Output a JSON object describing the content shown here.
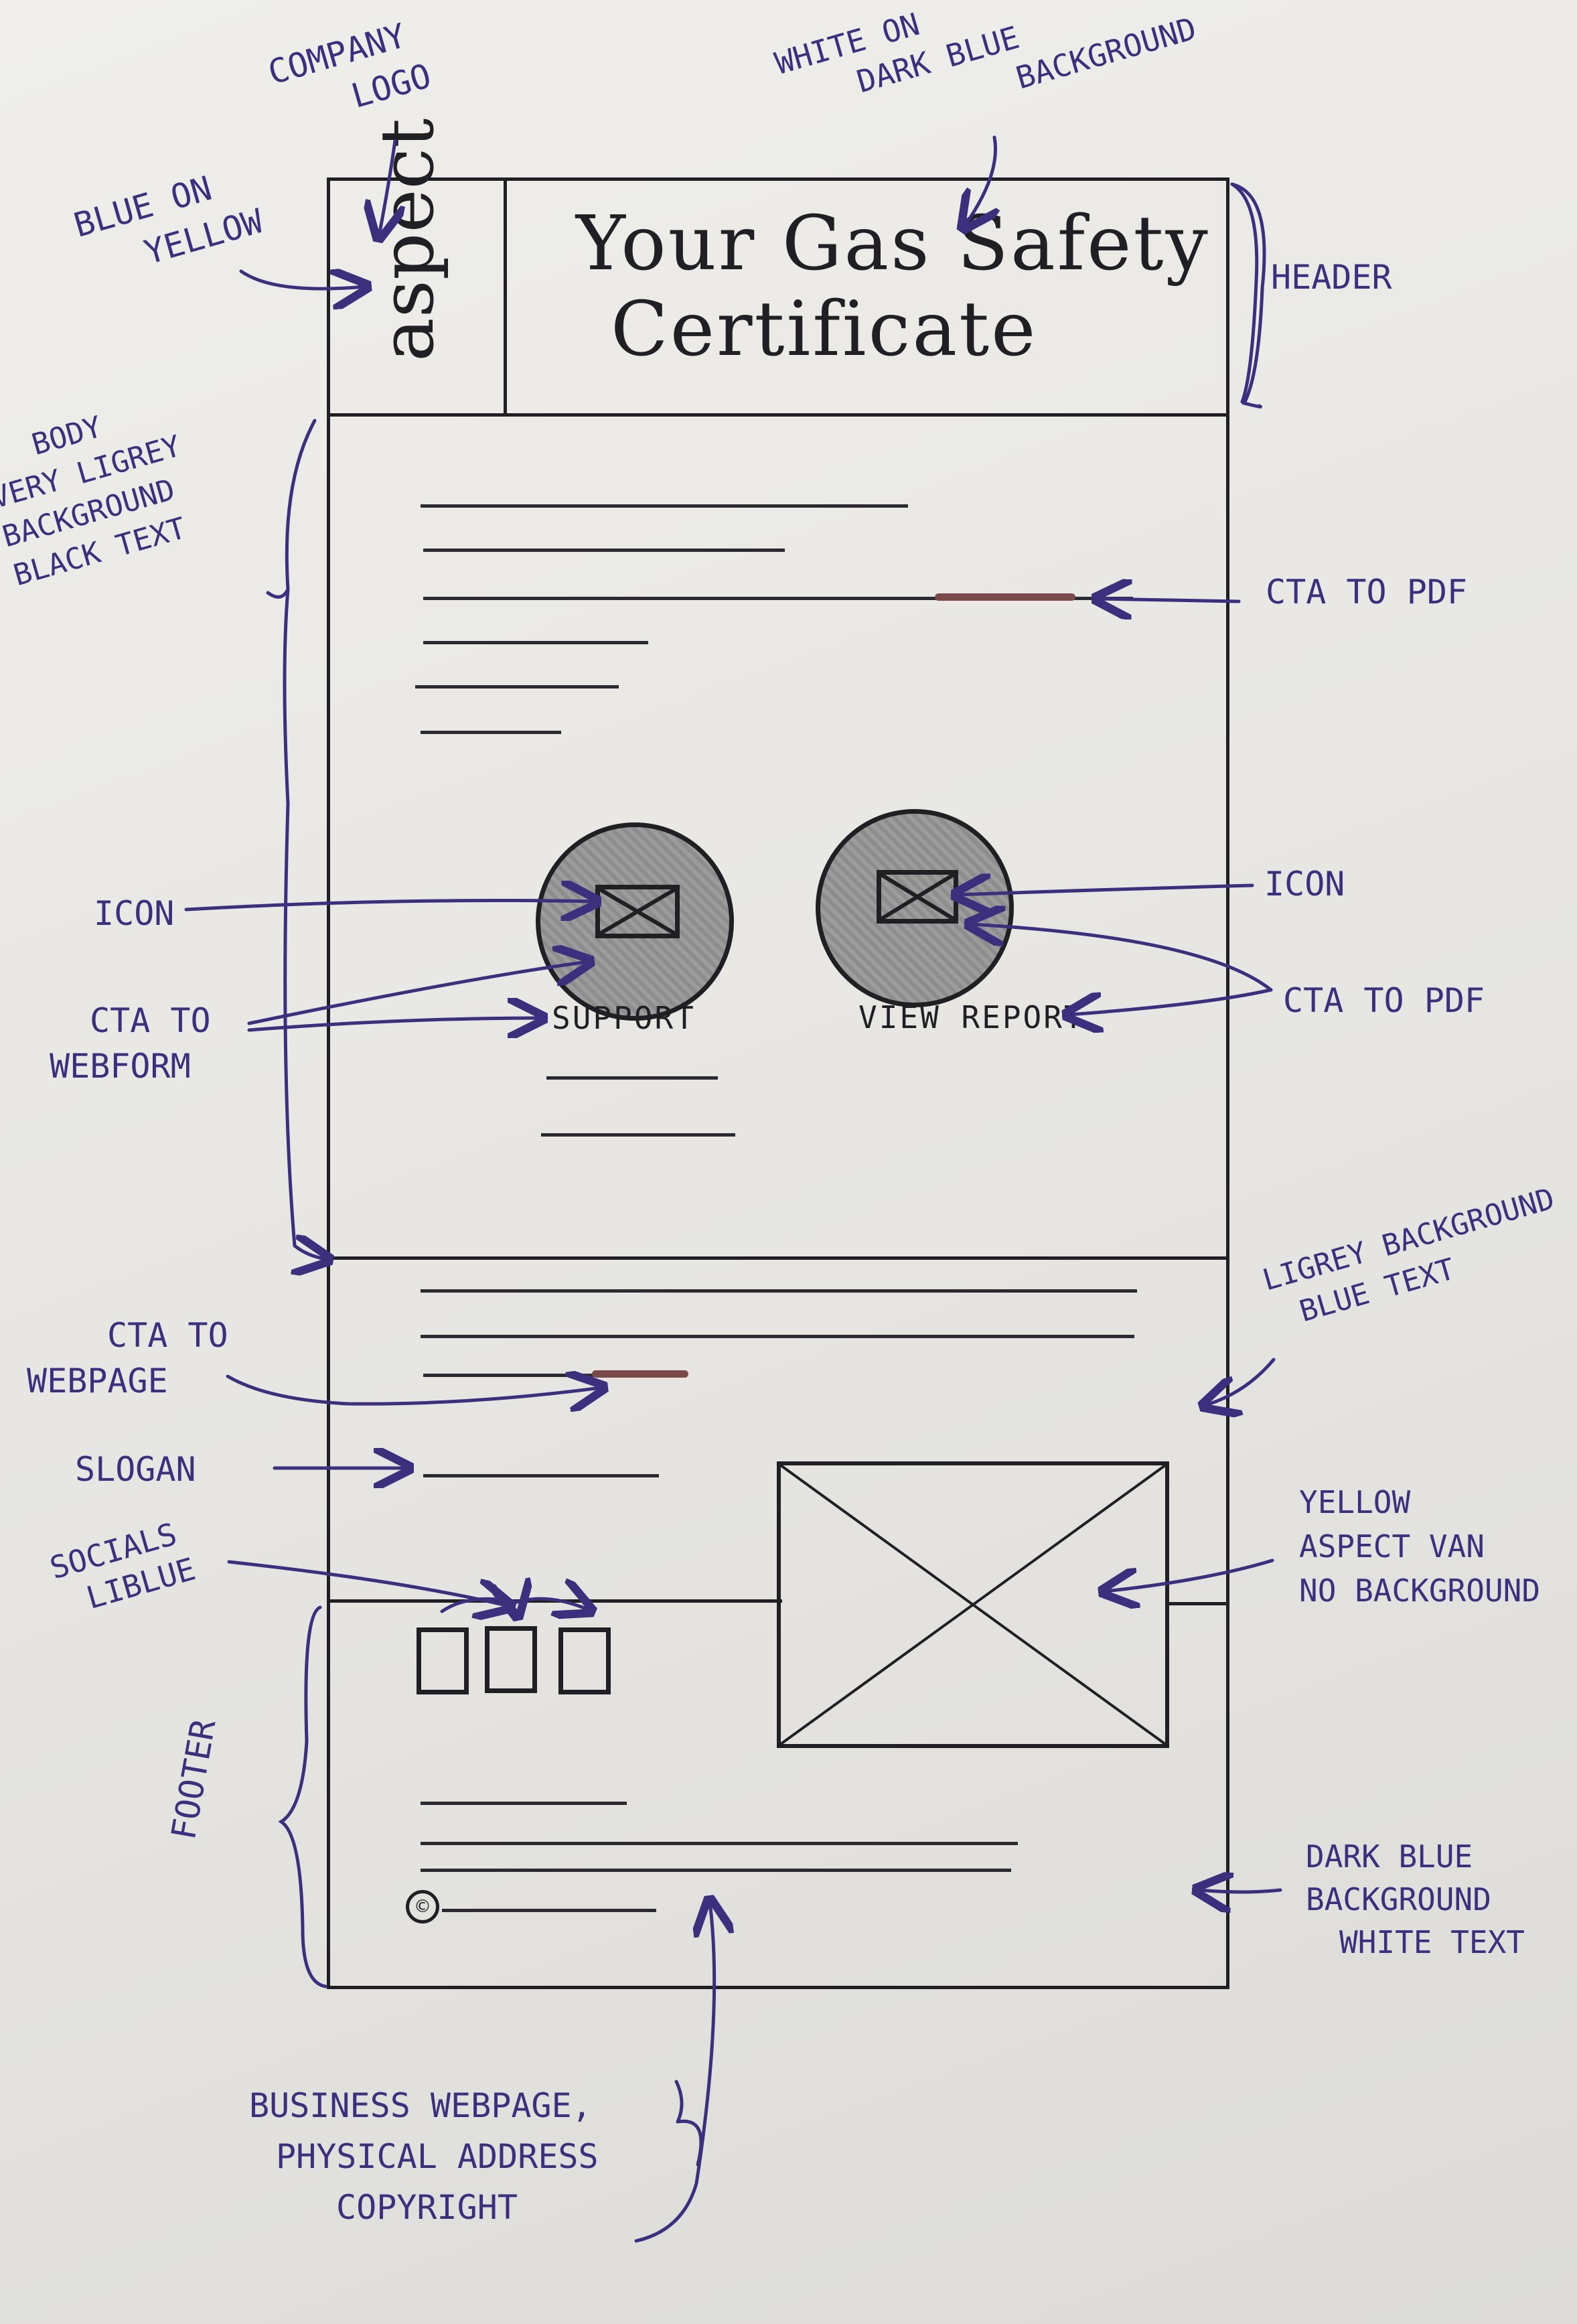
{
  "wireframe": {
    "logo_text": "aspect",
    "header_title_line1": "Your Gas Safety",
    "header_title_line2": "Certificate",
    "button_support": "SUPPORT",
    "button_view_report": "VIEW REPORT",
    "copyright_symbol": "©"
  },
  "annotations": {
    "company_logo": [
      "COMPANY",
      "LOGO"
    ],
    "blue_on_yellow": [
      "BLUE ON",
      "YELLOW"
    ],
    "white_on_dark_blue": [
      "WHITE ON",
      "DARK BLUE",
      "BACKGROUND"
    ],
    "header": "HEADER",
    "body": [
      "BODY",
      "VERY LIGREY",
      "BACKGROUND",
      "BLACK TEXT"
    ],
    "cta_to_pdf_top": "CTA TO PDF",
    "icon_left": "ICON",
    "icon_right": "ICON",
    "cta_to_webform": [
      "CTA TO",
      "WEBFORM"
    ],
    "cta_to_pdf_right": "CTA TO PDF",
    "ligrey_background": [
      "LIGREY BACKGROUND",
      "BLUE TEXT"
    ],
    "cta_to_webpage": [
      "CTA TO",
      "WEBPAGE"
    ],
    "slogan": "SLOGAN",
    "socials": [
      "SOCIALS",
      "LIBLUE"
    ],
    "yellow_van": [
      "YELLOW",
      "ASPECT VAN",
      "NO BACKGROUND"
    ],
    "footer": "FOOTER",
    "dark_blue_footer": [
      "DARK BLUE",
      "BACKGROUND",
      "WHITE TEXT"
    ],
    "business_info": [
      "BUSINESS WEBPAGE,",
      "PHYSICAL ADDRESS",
      "COPYRIGHT"
    ]
  },
  "colors": {
    "ink": "#1f1f24",
    "annotation_ink": "#3c2f7e",
    "cta_marker": "#7a4a4a"
  }
}
